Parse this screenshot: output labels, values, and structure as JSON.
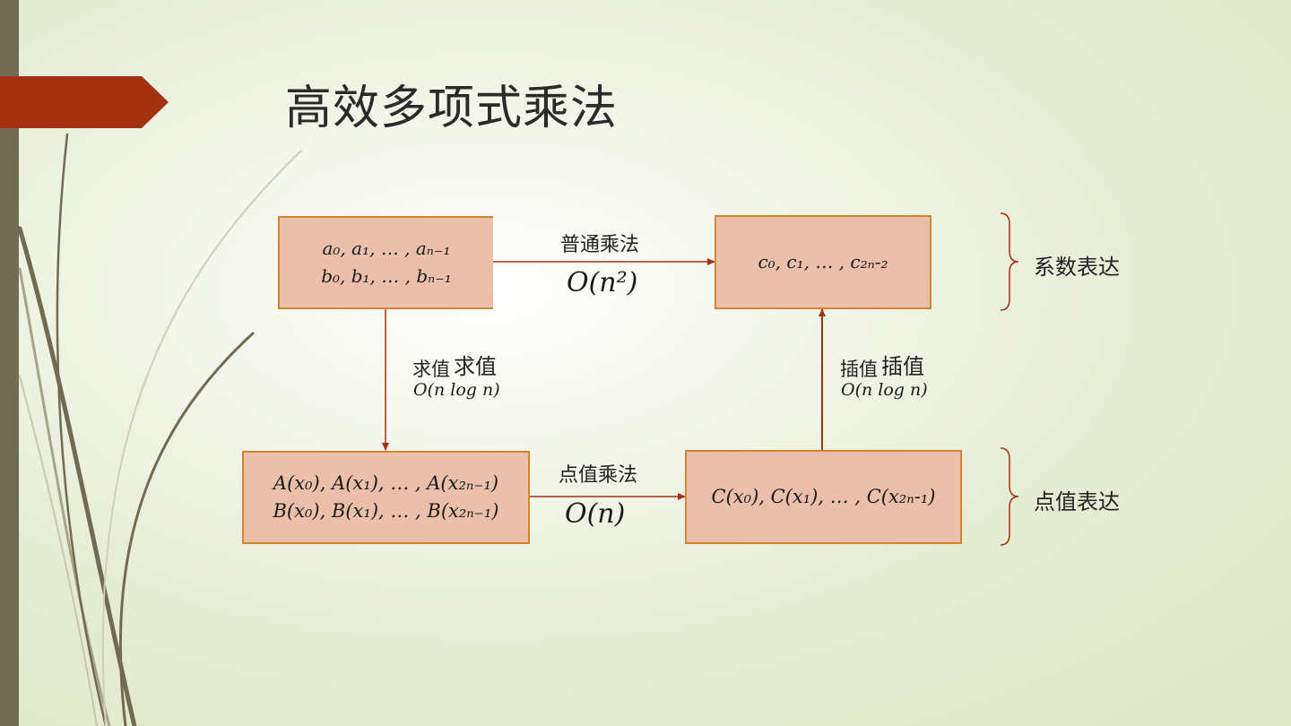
{
  "title": "高效多项式乘法",
  "boxes": {
    "coeff_in": {
      "line1": "a₀, a₁, … , aₙ₋₁",
      "line2": "b₀, b₁, … , bₙ₋₁"
    },
    "coeff_out": {
      "line1": "c₀, c₁, … , c₂ₙ-₂"
    },
    "point_in": {
      "line1": "A(x₀), A(x₁), … , A(x₂ₙ₋₁)",
      "line2": "B(x₀), B(x₁), … , B(x₂ₙ₋₁)"
    },
    "point_out": {
      "line1": "C(x₀), C(x₁), … , C(x₂ₙ-₁)"
    }
  },
  "edges": {
    "naive_mult": {
      "label": "普通乘法",
      "complexity": "O(n²)"
    },
    "evaluate": {
      "label": "求值",
      "label_overlay": "求值",
      "complexity": "O(n log n)"
    },
    "interpolate": {
      "label": "插值",
      "label_overlay": "插值",
      "complexity": "O(n log n)"
    },
    "pointwise_mult": {
      "label": "点值乘法",
      "complexity": "O(n)"
    }
  },
  "groups": {
    "coefficient_repr": "系数表达",
    "point_value_repr": "点值表达"
  },
  "colors": {
    "accent": "#a33112",
    "box_fill": "#ebbfa9",
    "box_border": "#d4832f",
    "arrow": "#a33112",
    "sidebar": "#716b52"
  }
}
